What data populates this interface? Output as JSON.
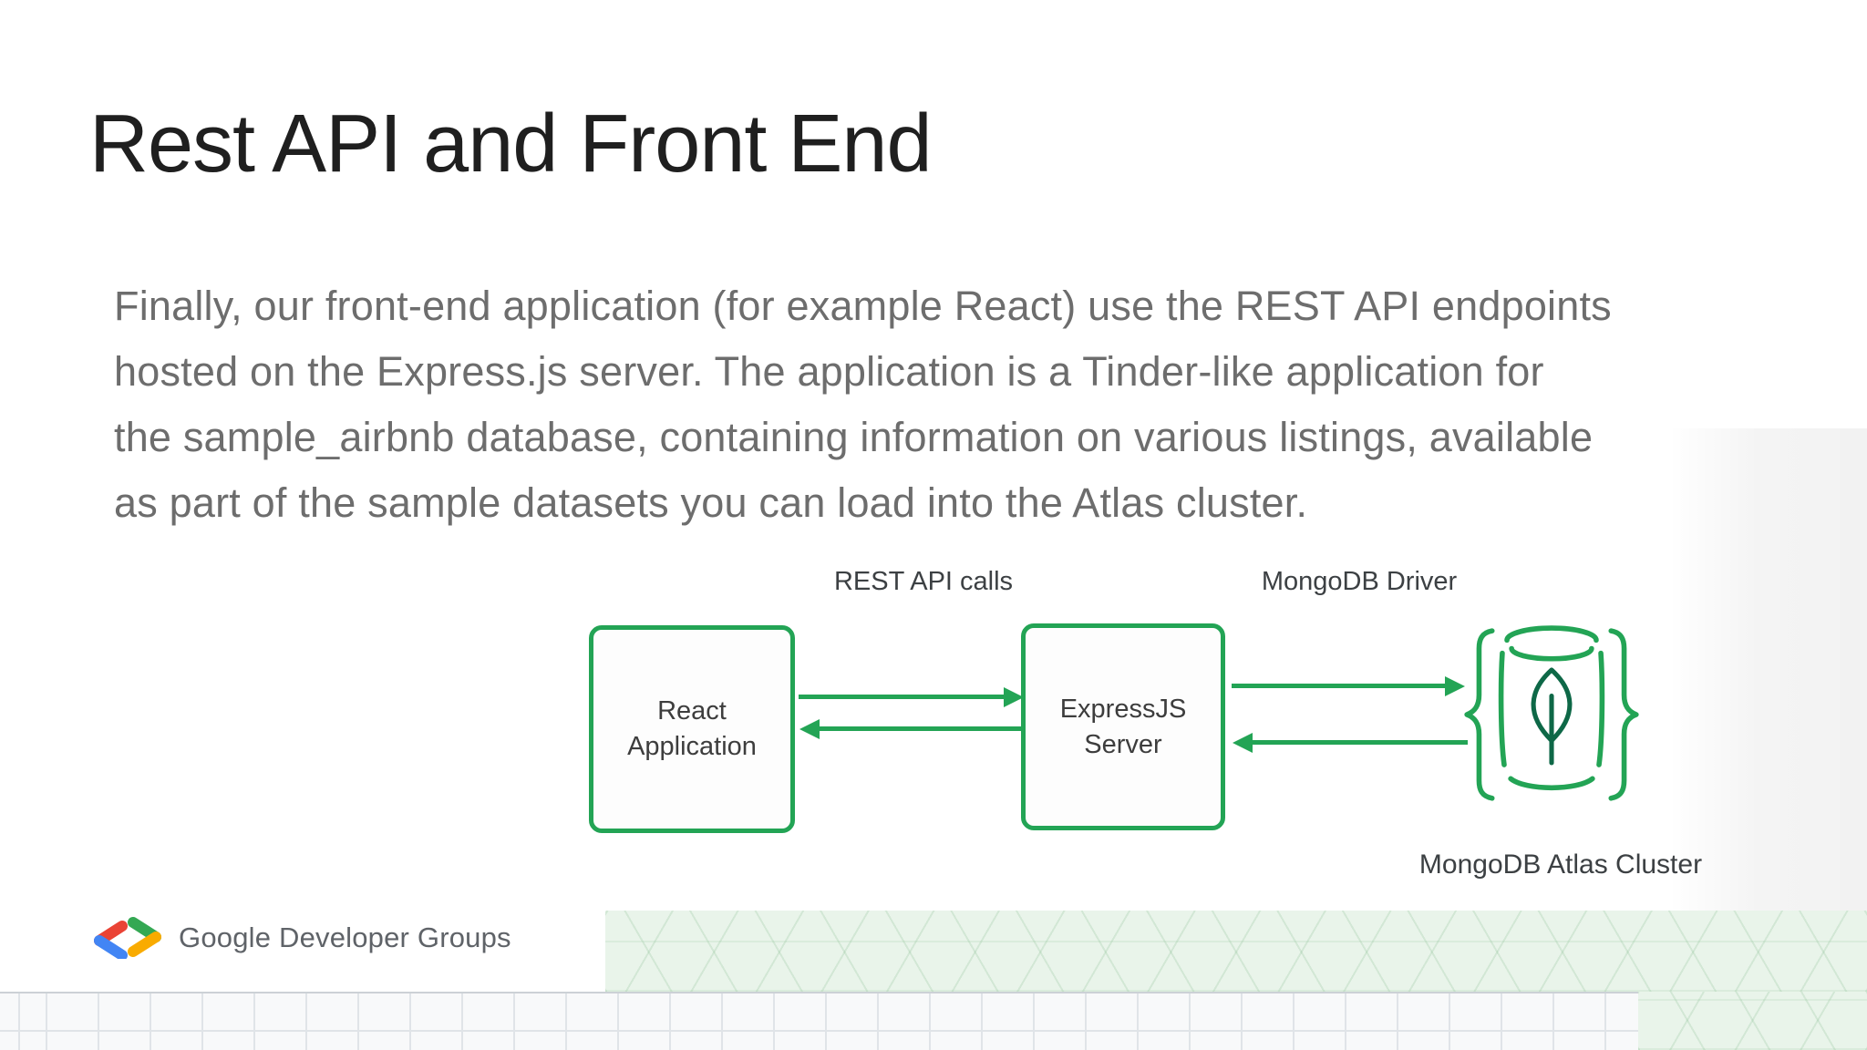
{
  "slide": {
    "title": "Rest API and Front End",
    "body_lines": [
      "Finally, our front-end application (for example React) use the REST API endpoints",
      "hosted on the Express.js server. The application is a Tinder-like application for",
      "the sample_airbnb database, containing information on various listings, available",
      "as part of the sample datasets you can load into the Atlas cluster."
    ]
  },
  "diagram": {
    "rest_api_label": "REST API calls",
    "mongodb_driver_label": "MongoDB Driver",
    "cluster_label": "MongoDB Atlas Cluster",
    "react_node": {
      "line1": "React",
      "line2": "Application"
    },
    "express_node": {
      "line1": "ExpressJS",
      "line2": "Server"
    },
    "icons": {
      "mongodb": "mongodb-leaf-database-icon",
      "arrows": [
        "arrow-right-icon",
        "arrow-left-icon",
        "arrow-right-icon",
        "arrow-left-icon"
      ]
    }
  },
  "footer": {
    "brand": "Google Developer Groups",
    "logo": "gdg-chevrons-icon"
  },
  "colors": {
    "green": "#23a455",
    "leaf": "#0e6847",
    "body-gray": "#6d6d6d",
    "title-dark": "#1f1f1f",
    "label-dark": "#3c4043",
    "gdg-gray": "#5f6368",
    "gdg-red": "#ea4335",
    "gdg-blue": "#4285f4",
    "gdg-green": "#34a853",
    "gdg-yellow": "#f9ab00",
    "band-green": "#e9f4ea"
  }
}
